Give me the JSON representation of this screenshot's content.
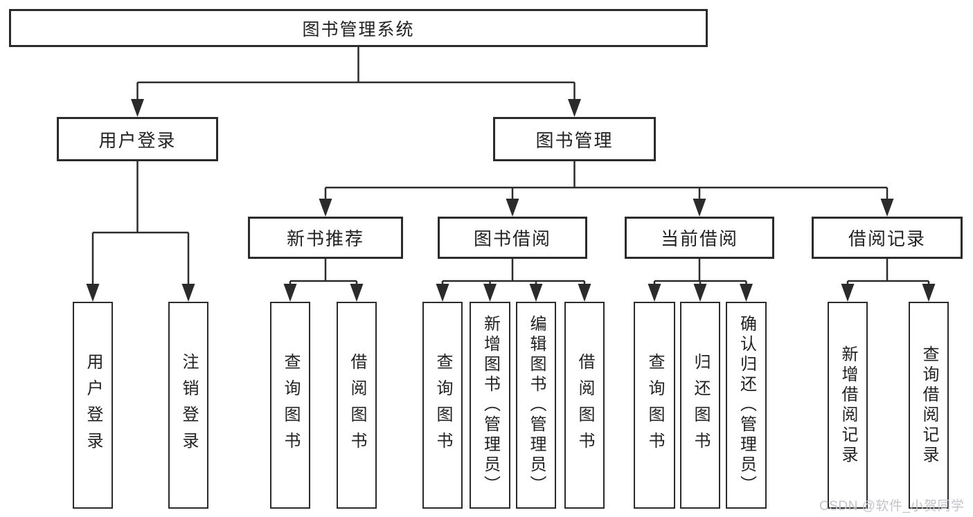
{
  "diagram": {
    "root_label": "图书管理系统",
    "branches": [
      {
        "label": "用户登录",
        "leaves": [
          "用户登录",
          "注销登录"
        ]
      },
      {
        "label": "图书管理",
        "groups": [
          {
            "label": "新书推荐",
            "leaves": [
              "查询图书",
              "借阅图书"
            ]
          },
          {
            "label": "图书借阅",
            "leaves": [
              "查询图书",
              "新增图书（管理员）",
              "编辑图书（管理员）",
              "借阅图书"
            ]
          },
          {
            "label": "当前借阅",
            "leaves": [
              "查询图书",
              "归还图书",
              "确认归还（管理员）"
            ]
          },
          {
            "label": "借阅记录",
            "leaves": [
              "新增借阅记录",
              "查询借阅记录"
            ]
          }
        ]
      }
    ],
    "colors": {
      "line": "#2b2b2b",
      "box_background": "#ffffff",
      "text": "#222222",
      "watermark": "#c3c3cb"
    }
  },
  "watermark": {
    "text": "CSDN @软件_小贺同学"
  }
}
